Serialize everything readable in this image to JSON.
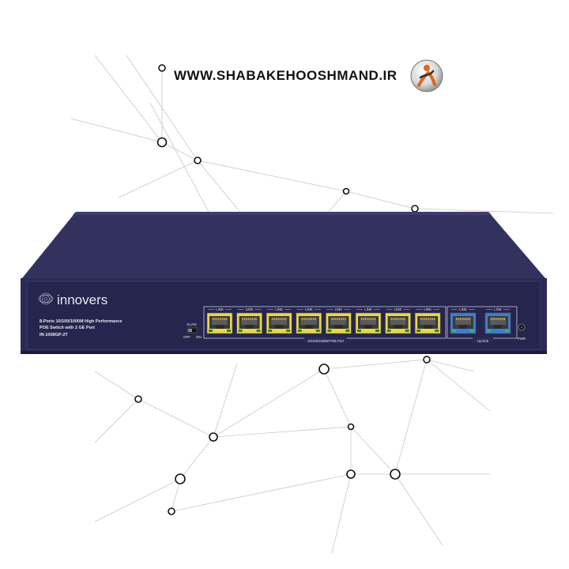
{
  "header": {
    "url": "WWW.SHABAKEHOOSHMAND.IR",
    "logo_icon": "shabake-hooshmand-logo-icon"
  },
  "device": {
    "brand": "innovers",
    "description_line1": "8-Ports 10/100/1000M High Performance",
    "description_line2": "POE Switch with 2 GE Port",
    "model": "IN-1008GP-2T",
    "vlan_label": "VLAN",
    "vlan_off": "OFF",
    "vlan_on": "ON",
    "poe_ports": [
      {
        "label": "LINK"
      },
      {
        "label": "LINK"
      },
      {
        "label": "LINK"
      },
      {
        "label": "LINK"
      },
      {
        "label": "LINK"
      },
      {
        "label": "LINK"
      },
      {
        "label": "LINK"
      },
      {
        "label": "LINK"
      }
    ],
    "poe_group_label": "10/100/1000M POE Port",
    "uplink_ports": [
      {
        "label": "LINK"
      },
      {
        "label": "LINK"
      }
    ],
    "uplink_group_label": "Up-link",
    "power_label": "PWR",
    "colors": {
      "body": "#2b2a55",
      "poe_port": "#e8d84a",
      "uplink_port": "#3b7fd4"
    }
  }
}
